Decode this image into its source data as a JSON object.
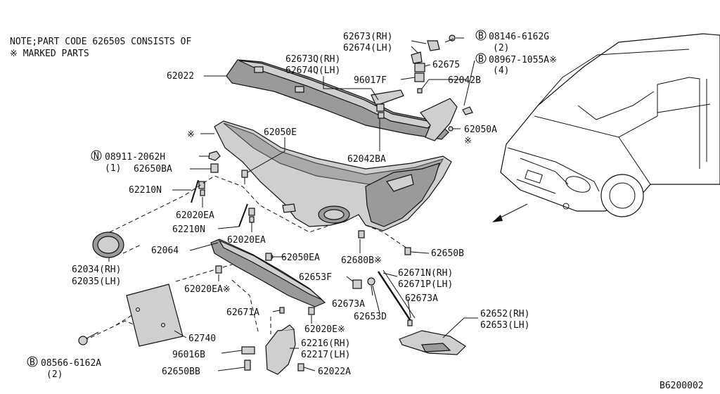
{
  "note": {
    "line1": "NOTE;PART CODE  62650S CONSISTS OF",
    "line2": "※ MARKED PARTS"
  },
  "labels": {
    "p62673_rh": "62673(RH)",
    "p62674_lh": "62674(LH)",
    "b08146": "08146-6162G",
    "b08146_qty": "(2)",
    "p62675": "62675",
    "b08967": "08967-1055A※",
    "b08967_qty": "(4)",
    "p62673q": "62673Q(RH)",
    "p62674q": "62674Q(LH)",
    "p62022": "62022",
    "p96017f": "96017F",
    "p62042b": "62042B",
    "p62050a": "62050A",
    "p62050a_mark": "※",
    "p62042ba": "62042BA",
    "mark_bumper": "※",
    "p62050e": "62050E",
    "n08911": "08911-2062H",
    "n08911_qty": "(1)",
    "p62650ba": "62650BA",
    "p62210n_a": "62210N",
    "p62020ea_a": "62020EA",
    "p62210n_b": "62210N",
    "p62020ea_b": "62020EA",
    "p62064": "62064",
    "p62050ea": "62050EA",
    "p62680b": "62680B※",
    "p62650b": "62650B",
    "p62034": "62034(RH)",
    "p62035": "62035(LH)",
    "p62020ea_c": "62020EA※",
    "p62653f": "62653F",
    "p62671n": "62671N(RH)",
    "p62671p": "62671P(LH)",
    "p62673a_a": "62673A",
    "p62673a_b": "62673A",
    "p62653d": "62653D",
    "p62671a": "62671A",
    "p62020e": "62020E※",
    "p62652": "62652(RH)",
    "p62653": "62653(LH)",
    "p62740": "62740",
    "p96016b": "96016B",
    "p62216": "62216(RH)",
    "p62217": "62217(LH)",
    "p62650bb": "62650BB",
    "p62022a": "62022A",
    "b08566": "08566-6162A",
    "b08566_qty": "(2)",
    "ref": "B6200002"
  },
  "symbols": {
    "bolt": "B",
    "nut": "N"
  }
}
